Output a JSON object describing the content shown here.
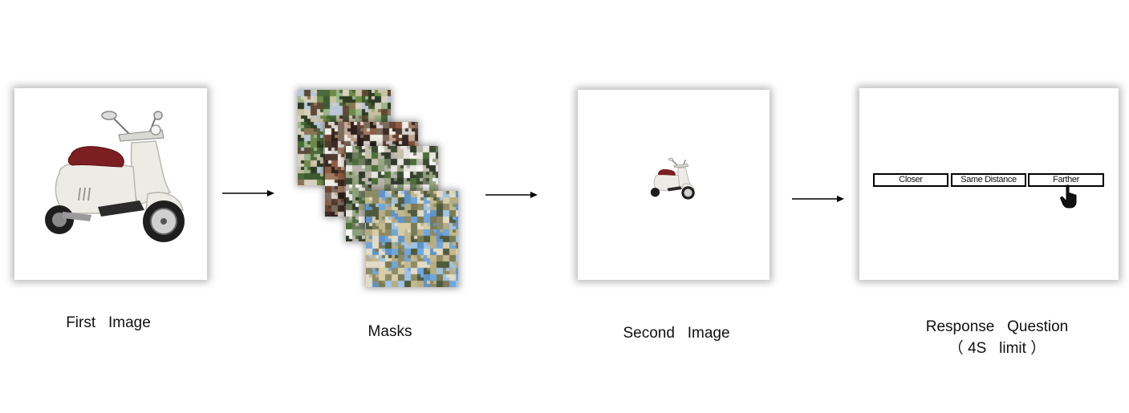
{
  "stages": {
    "first": {
      "caption": "First   Image"
    },
    "masks": {
      "caption": "Masks"
    },
    "second": {
      "caption": "Second   Image"
    },
    "response": {
      "caption": "Response   Question\n（ 4S   limit ）",
      "options": [
        "Closer",
        "Same Distance",
        "Farther"
      ]
    }
  },
  "colors": {
    "scooter_body": "#ecebe6",
    "scooter_seat": "#7c1f22",
    "arrow": "#000000"
  },
  "icons": [
    "scooter-image",
    "hand-pointer-icon",
    "arrow-right-icon"
  ]
}
